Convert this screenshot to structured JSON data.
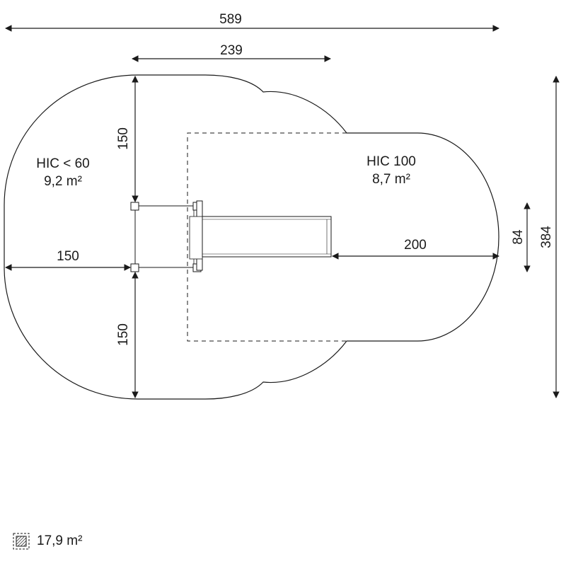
{
  "dimensions": {
    "total_width": "589",
    "top_width": "239",
    "height": "384",
    "left_upper": "150",
    "left_lower": "150",
    "left_horizontal": "150",
    "slide_runout": "200",
    "slide_width": "84"
  },
  "zones": {
    "left": {
      "hic": "HIC < 60",
      "area": "9,2 m²"
    },
    "right": {
      "hic": "HIC 100",
      "area": "8,7 m²"
    }
  },
  "legend": {
    "icon": "hatched-area-icon",
    "total_area": "17,9 m²"
  },
  "colors": {
    "line": "#1a1a1a",
    "background": "#ffffff"
  }
}
